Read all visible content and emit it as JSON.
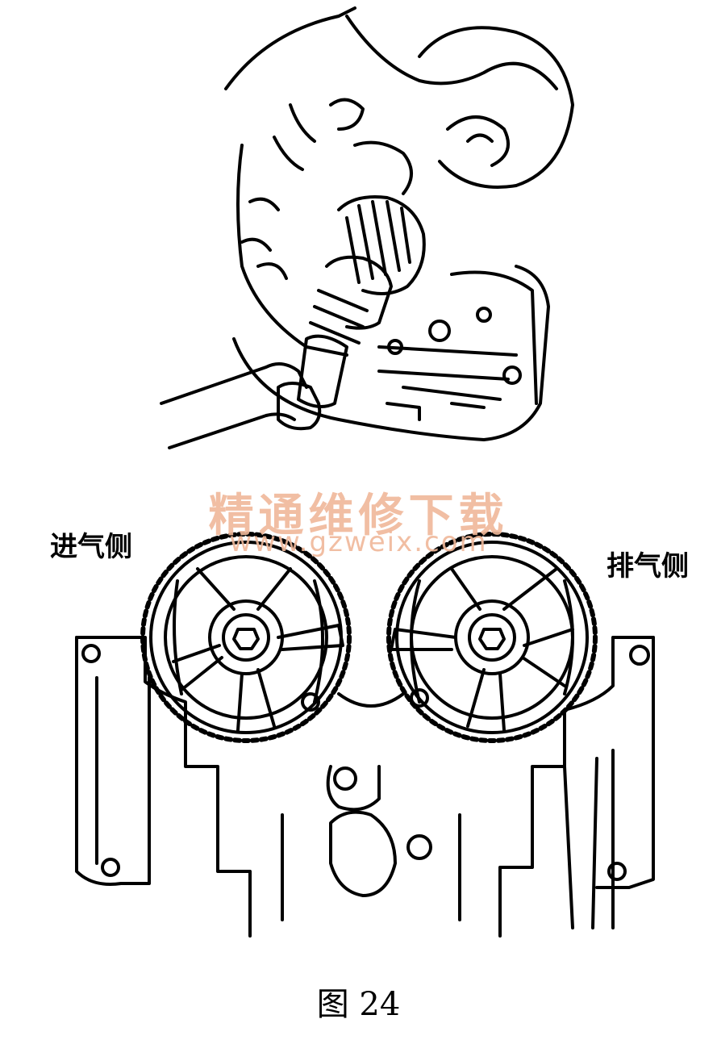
{
  "labels": {
    "intake_side": "进气侧",
    "exhaust_side": "排气侧"
  },
  "watermark": {
    "text": "精通维修下载",
    "url": "www.gzweix.com"
  },
  "caption": "图 24",
  "colors": {
    "line": "#000000",
    "background": "#ffffff",
    "watermark": "#f0b89a"
  }
}
